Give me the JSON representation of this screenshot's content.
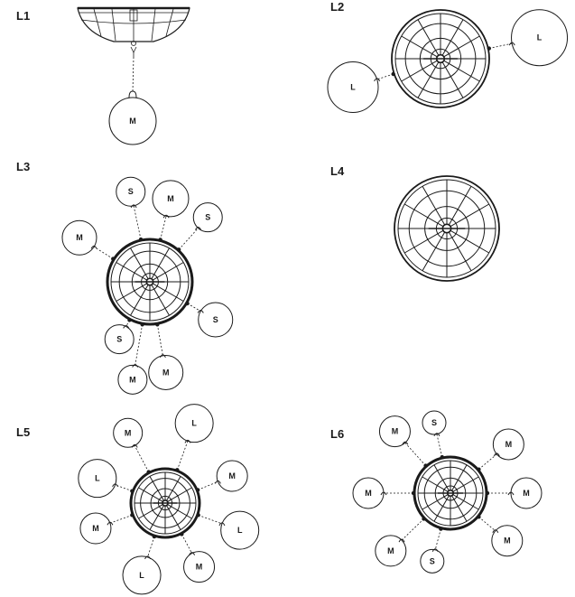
{
  "panels": [
    {
      "label": "L1",
      "view": "side",
      "balls": [
        {
          "size": "M"
        }
      ]
    },
    {
      "label": "L2",
      "view": "top",
      "balls": [
        {
          "size": "L"
        },
        {
          "size": "L"
        }
      ]
    },
    {
      "label": "L3",
      "view": "top",
      "balls": [
        {
          "size": "S"
        },
        {
          "size": "M"
        },
        {
          "size": "S"
        },
        {
          "size": "M"
        },
        {
          "size": "S"
        },
        {
          "size": "M"
        },
        {
          "size": "S"
        },
        {
          "size": "M"
        }
      ]
    },
    {
      "label": "L4",
      "view": "top",
      "balls": []
    },
    {
      "label": "L5",
      "view": "top",
      "balls": [
        {
          "size": "M"
        },
        {
          "size": "L"
        },
        {
          "size": "M"
        },
        {
          "size": "L"
        },
        {
          "size": "M"
        },
        {
          "size": "L"
        },
        {
          "size": "M"
        },
        {
          "size": "L"
        }
      ]
    },
    {
      "label": "L6",
      "view": "top",
      "balls": [
        {
          "size": "S"
        },
        {
          "size": "M"
        },
        {
          "size": "M"
        },
        {
          "size": "M"
        },
        {
          "size": "S"
        },
        {
          "size": "M"
        },
        {
          "size": "M"
        },
        {
          "size": "M"
        }
      ]
    }
  ],
  "colors": {
    "line": "#1a1a1a",
    "background": "#ffffff"
  }
}
